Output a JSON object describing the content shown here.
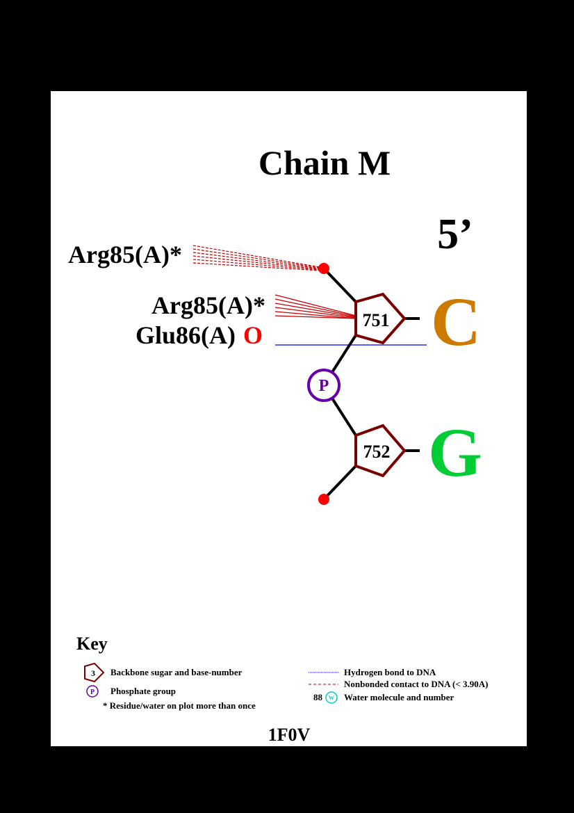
{
  "title": "Chain M",
  "strand_end": "5’",
  "residues": [
    {
      "id": "r1",
      "label": "Arg85(A)*",
      "atom": ""
    },
    {
      "id": "r2",
      "label": "Arg85(A)*",
      "atom": ""
    },
    {
      "id": "r3",
      "label": "Glu86(A)",
      "atom": "O"
    }
  ],
  "nucleotides": [
    {
      "number": "751",
      "base": "C",
      "base_color": "#cc7a00"
    },
    {
      "number": "752",
      "base": "G",
      "base_color": "#00cc33"
    }
  ],
  "phosphate_label": "P",
  "key": {
    "title": "Key",
    "sugar_sample": "3",
    "sugar_text": "Backbone sugar and base-number",
    "phosphate_sample": "P",
    "phosphate_text": "Phosphate group",
    "multi_text": "* Residue/water on plot more than once",
    "hbond_text": "Hydrogen bond to DNA",
    "nonbonded_text": "Nonbonded contact to DNA (< 3.90A)",
    "water_number": "88",
    "water_sample": "W",
    "water_text": "Water molecule and number"
  },
  "pdb_id": "1F0V",
  "colors": {
    "sugar": "#7a0000",
    "phosphate": "#6600aa",
    "hbond": "#0000ff",
    "nonbonded": "#cc0000",
    "atom_o": "#ff0000",
    "water": "#00cccc",
    "terminal": "#ff0000"
  }
}
